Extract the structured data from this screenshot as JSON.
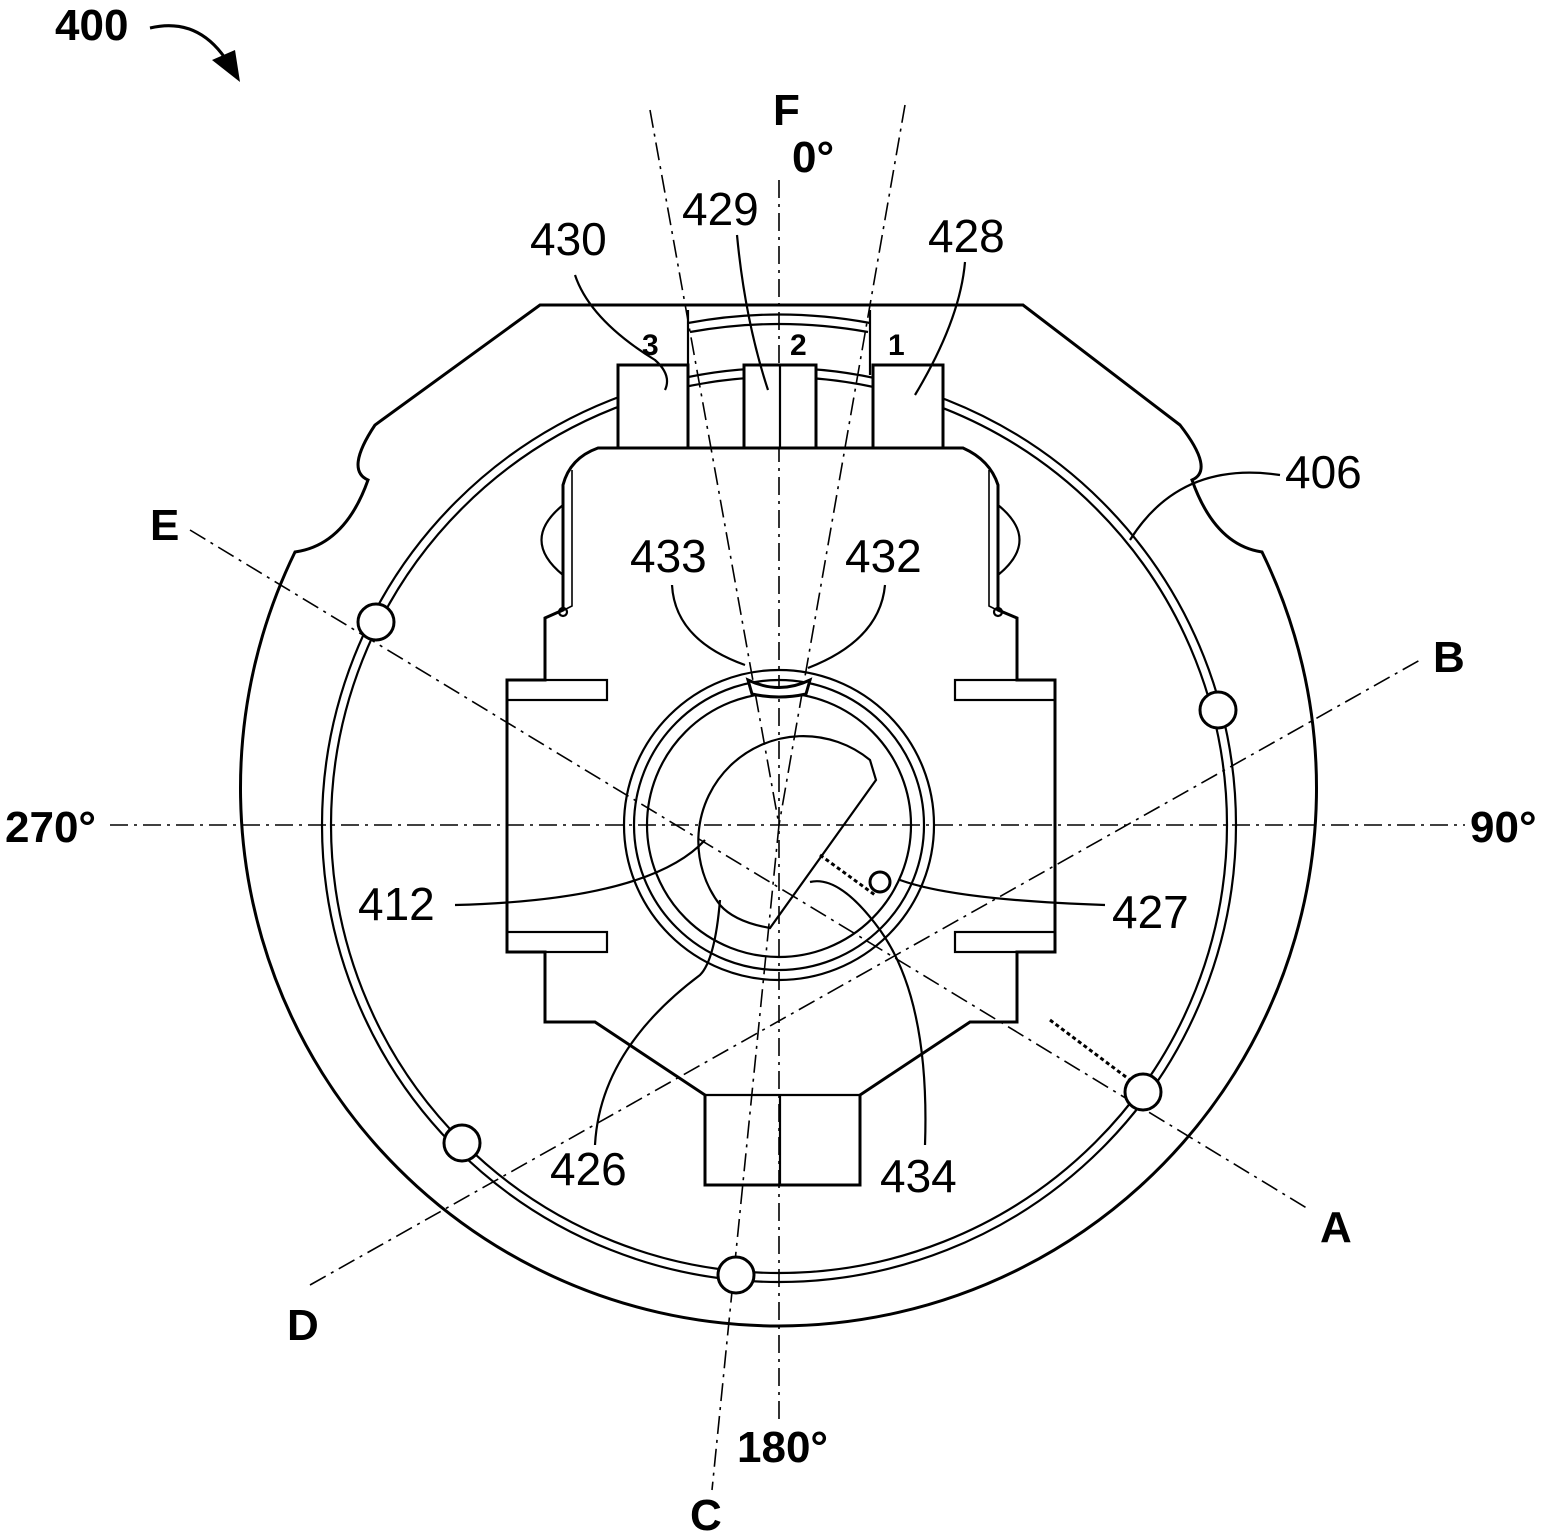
{
  "figure": {
    "number": "400"
  },
  "angles": {
    "top": "0°",
    "right": "90°",
    "bottom": "180°",
    "left": "270°"
  },
  "axes": {
    "a": "A",
    "b": "B",
    "c": "C",
    "d": "D",
    "e": "E",
    "f": "F"
  },
  "refs": {
    "r406": "406",
    "r412": "412",
    "r426": "426",
    "r427": "427",
    "r428": "428",
    "r429": "429",
    "r430": "430",
    "r432": "432",
    "r433": "433",
    "r434": "434"
  },
  "positions": {
    "p1": "1",
    "p2": "2",
    "p3": "3"
  }
}
